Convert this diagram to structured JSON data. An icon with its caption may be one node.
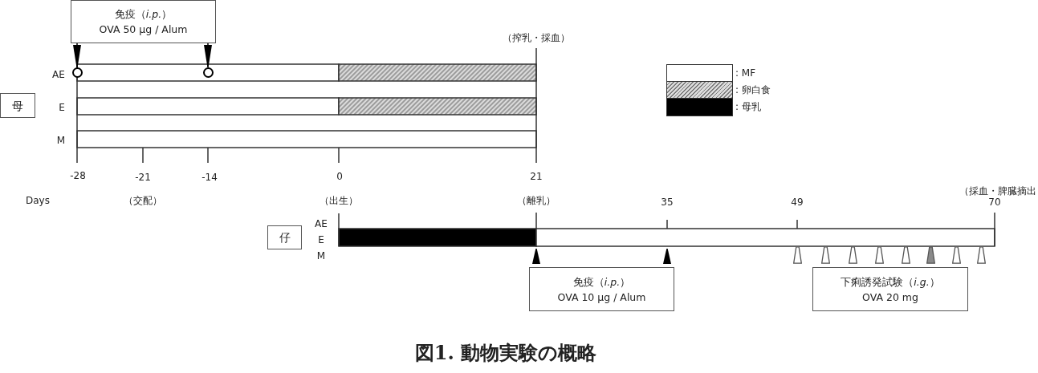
{
  "diagram": {
    "caption": "図1. 動物実験の概略",
    "nodes": [
      {
        "text": [
          "免疫（*i.p.*）",
          "OVA 50 μg / Alum"
        ]
      },
      {
        "text": [],
        "shape": "circle"
      },
      {
        "text": [],
        "shape": "circle"
      },
      {
        "text": [
          "母"
        ]
      },
      {
        "text": [
          "仔"
        ]
      },
      {
        "text": [
          "免疫（*i.p.*）",
          "OVA 10 μg / Alum"
        ]
      },
      {
        "text": [
          "下痢誘発試験（*i.g.*）",
          "OVA 20 mg"
        ]
      }
    ],
    "edges": [
      {
        "from": 0,
        "to": 1,
        "arrow": "to"
      },
      {
        "from": 0,
        "to": 2,
        "arrow": "to"
      }
    ],
    "labels": [
      "（搾乳・採血）",
      "AE",
      "E",
      "M",
      "-28",
      "-21",
      "-14",
      "0",
      "21",
      "（採血・脾臓摘出",
      "Days",
      "（交配）",
      "（出生）",
      "（離乳）",
      "35",
      "49",
      "70",
      "AE",
      "E",
      "M"
    ],
    "legend": [
      {
        "text": ": MF",
        "color": "#ffffff"
      },
      {
        "text": ": 卵白食"
      },
      {
        "text": ": 母乳",
        "color": "#000000"
      }
    ]
  }
}
